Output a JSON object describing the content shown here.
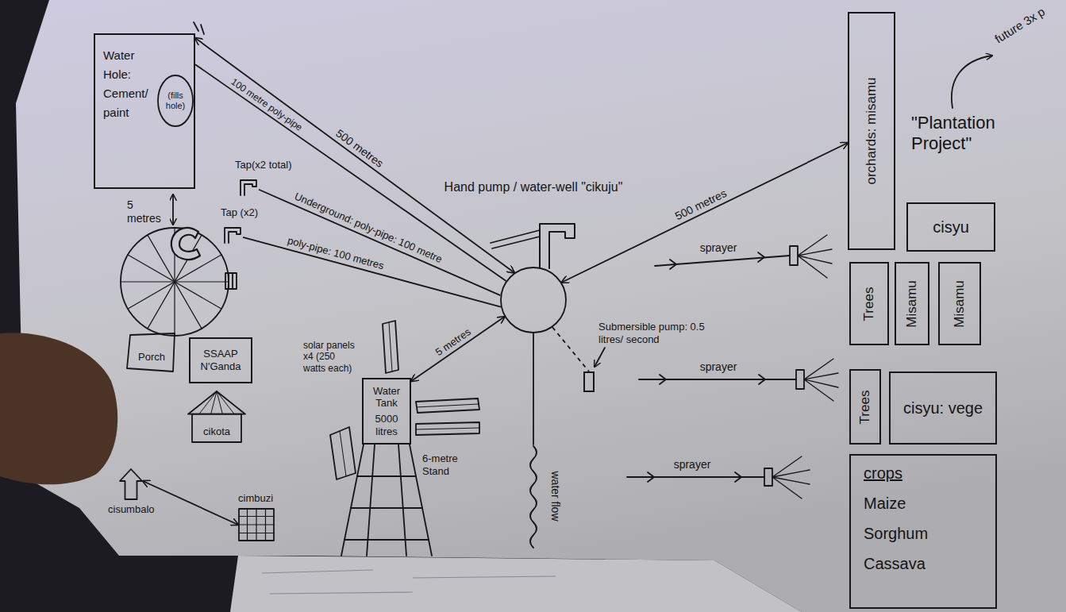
{
  "diagram": {
    "nodes": [
      {
        "text": [
          "Water Hole: Cement/ paint"
        ]
      },
      {
        "text": [
          "(fills hole)"
        ],
        "in": 0
      },
      {
        "text": [
          "Tap(x2 total)"
        ]
      },
      {
        "text": [
          "Tap (x2)"
        ]
      },
      {
        "text": [
          "Hand pump / water-well \"cikuju\""
        ]
      },
      {
        "text": [
          "Porch"
        ]
      },
      {
        "text": [
          "SSAAP N'Ganda"
        ]
      },
      {
        "text": [
          "cikota"
        ]
      },
      {
        "text": [
          "cisumbalo"
        ]
      },
      {
        "text": [
          "cimbuzi"
        ]
      },
      {
        "text": [
          "Water Tank",
          "5000 litres"
        ]
      },
      {
        "text": [
          "Submersible pump: 0.5 litres/ second"
        ]
      },
      {
        "text": [
          "orchards: misamu"
        ]
      },
      {
        "text": [
          "cisyu"
        ]
      },
      {
        "text": [
          "Trees"
        ]
      },
      {
        "text": [
          "Misamu"
        ]
      },
      {
        "text": [
          "Misamu"
        ]
      },
      {
        "text": [
          "Trees"
        ]
      },
      {
        "text": [
          "cisyu: vege"
        ]
      },
      {
        "text": [
          "crops",
          "Maize",
          "Sorghum",
          "Cassava"
        ]
      }
    ],
    "edges": [
      {
        "from": 0,
        "to": 4,
        "label": "500 metres",
        "arrow": "both"
      },
      {
        "from": 0,
        "to": 4,
        "label": "100 metre poly-pipe",
        "arrow": "none"
      },
      {
        "from": 2,
        "to": 4,
        "label": "Underground: poly-pipe: 100 metre",
        "arrow": "none"
      },
      {
        "from": 3,
        "to": 4,
        "label": "poly-pipe: 100 metres",
        "arrow": "none"
      },
      {
        "from": 10,
        "to": 4,
        "label": "5 metres",
        "arrow": "both"
      },
      {
        "from": 4,
        "to": 11,
        "arrow": "none"
      },
      {
        "from": 4,
        "to": 12,
        "label": "500 metres",
        "arrow": "both"
      },
      {
        "from": 8,
        "to": 9,
        "arrow": "both"
      }
    ],
    "labels": [
      "5 metres",
      "solar panels x4 (250 watts each)",
      "6-metre Stand",
      "water flow",
      "sprayer",
      "sprayer",
      "sprayer",
      "\"Plantation Project\"",
      "future 3x p"
    ]
  }
}
